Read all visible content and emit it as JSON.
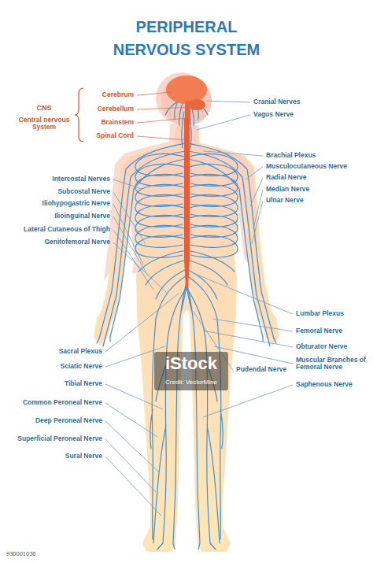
{
  "diagram": {
    "title": "PERIPHERAL NERVOUS SYSTEM",
    "labels": [
      "Cerebrum",
      "Cranial Nerves",
      "CNS",
      "Central nervous System",
      "Cerebellum",
      "Vagus Nerve",
      "Brainstem",
      "Spinal Cord",
      "Brachial Plexus",
      "Musculocutaneous Nerve",
      "Intercostal Nerves",
      "Radial Nerve",
      "Median Nerve",
      "Subcostal Nerve",
      "Ulnar Nerve",
      "Iliohypogastric Nerve",
      "Ilioinguinal Nerve",
      "Lateral Cutaneous of Thigh",
      "Genitofemoral Nerve",
      "Lumbar Plexus",
      "Femoral Nerve",
      "Obturator Nerve",
      "Sacral Plexus",
      "Muscular Branches of Femoral Nerve",
      "Sciatic Nerve",
      "Pudendal Nerve",
      "iStock",
      "Credit: VectorMine",
      "Saphenous Nerve",
      "Tibial Nerve",
      "Common Peroneal Nerve",
      "Deep Peroneal Nerve",
      "Superficial Peroneal Nerve",
      "Sural Nerve",
      "930001036"
    ]
  }
}
